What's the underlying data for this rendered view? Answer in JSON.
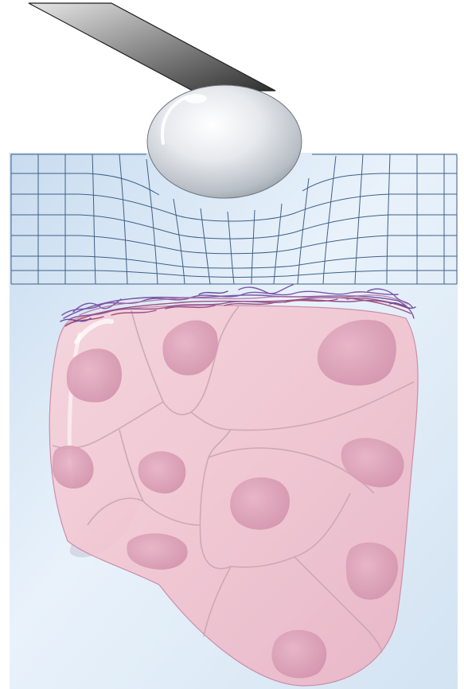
{
  "diagram": {
    "components": [
      {
        "id": "cantilever",
        "label": ""
      },
      {
        "id": "spherical-probe-tip",
        "label": ""
      },
      {
        "id": "deformed-mesh",
        "label": ""
      },
      {
        "id": "fibrous-surface-layer",
        "label": ""
      },
      {
        "id": "cell-cluster",
        "label": ""
      }
    ],
    "colors": {
      "background_top": "#cfe0f0",
      "background_bottom": "#e8f1fa",
      "mesh_line": "#3f6088",
      "probe_highlight": "#ffffff",
      "probe_shadow": "#9ea5ad",
      "cantilever_light": "#d9d9d9",
      "cantilever_dark": "#3a3a3a",
      "tissue_fill": "#f2c9d3",
      "tissue_edge": "#c98aa5",
      "nucleus_fill": "#d69ab1",
      "cell_border": "#c7a4b3",
      "fiber_purple": "#7b56a8",
      "fiber_magenta": "#a0507e"
    }
  }
}
